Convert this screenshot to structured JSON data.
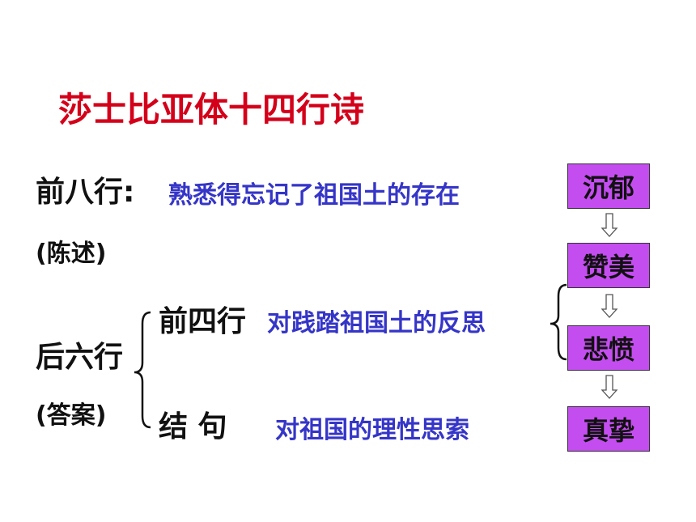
{
  "title": "莎士比亚体十四行诗",
  "first_octave": {
    "label": "前八行:",
    "note": "(陈述)",
    "content": "熟悉得忘记了祖国土的存在"
  },
  "last_sestet": {
    "label": "后六行",
    "note": "(答案)",
    "quatrain": {
      "label": "前四行",
      "content": "对践踏祖国土的反思"
    },
    "couplet": {
      "label": "结  句",
      "content": "对祖国的理性思索"
    }
  },
  "emotion_flow": [
    "沉郁",
    "赞美",
    "悲愤",
    "真挚"
  ],
  "colors": {
    "title": "#d4001a",
    "content": "#3535c8",
    "box_fill": "#c44df0"
  }
}
